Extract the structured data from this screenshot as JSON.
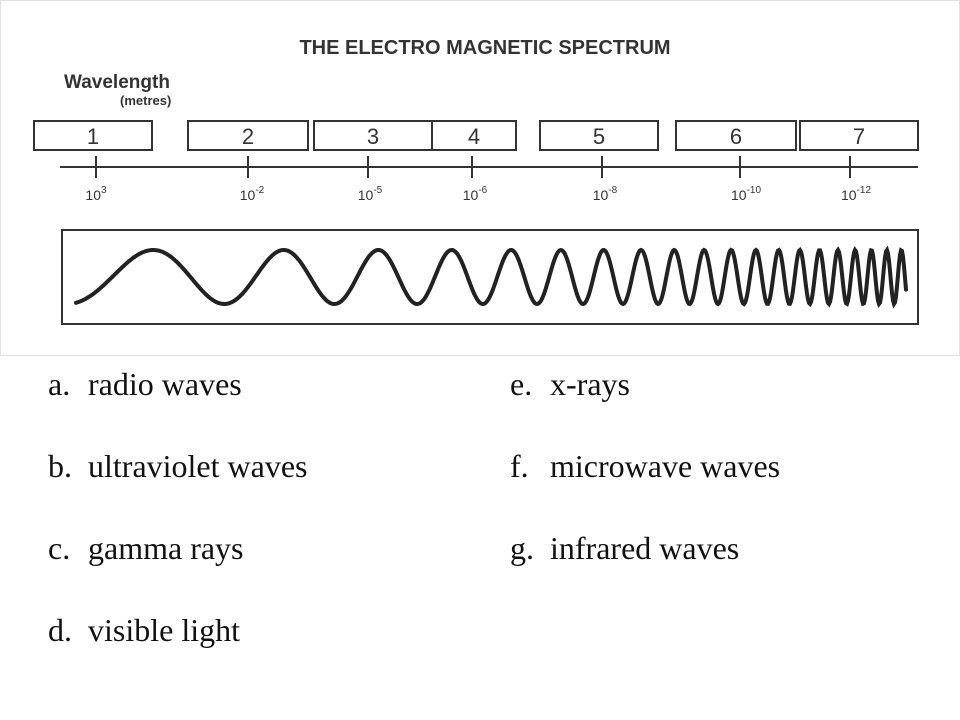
{
  "diagram": {
    "title": "THE ELECTRO MAGNETIC SPECTRUM",
    "wavelength_label": "Wavelength",
    "wavelength_unit": "(metres)",
    "bands": [
      "1",
      "2",
      "3",
      "4",
      "5",
      "6",
      "7"
    ],
    "ticks": [
      {
        "base": "10",
        "exp": "3"
      },
      {
        "base": "10",
        "exp": "-2"
      },
      {
        "base": "10",
        "exp": "-5"
      },
      {
        "base": "10",
        "exp": "-6"
      },
      {
        "base": "10",
        "exp": "-8"
      },
      {
        "base": "10",
        "exp": "-10"
      },
      {
        "base": "10",
        "exp": "-12"
      }
    ]
  },
  "options": [
    {
      "letter": "a.",
      "text": "radio waves"
    },
    {
      "letter": "b.",
      "text": "ultraviolet waves"
    },
    {
      "letter": "c.",
      "text": "gamma rays"
    },
    {
      "letter": "d.",
      "text": "visible light"
    },
    {
      "letter": "e.",
      "text": "x-rays"
    },
    {
      "letter": "f.",
      "text": "microwave waves"
    },
    {
      "letter": "g.",
      "text": "infrared waves"
    }
  ]
}
